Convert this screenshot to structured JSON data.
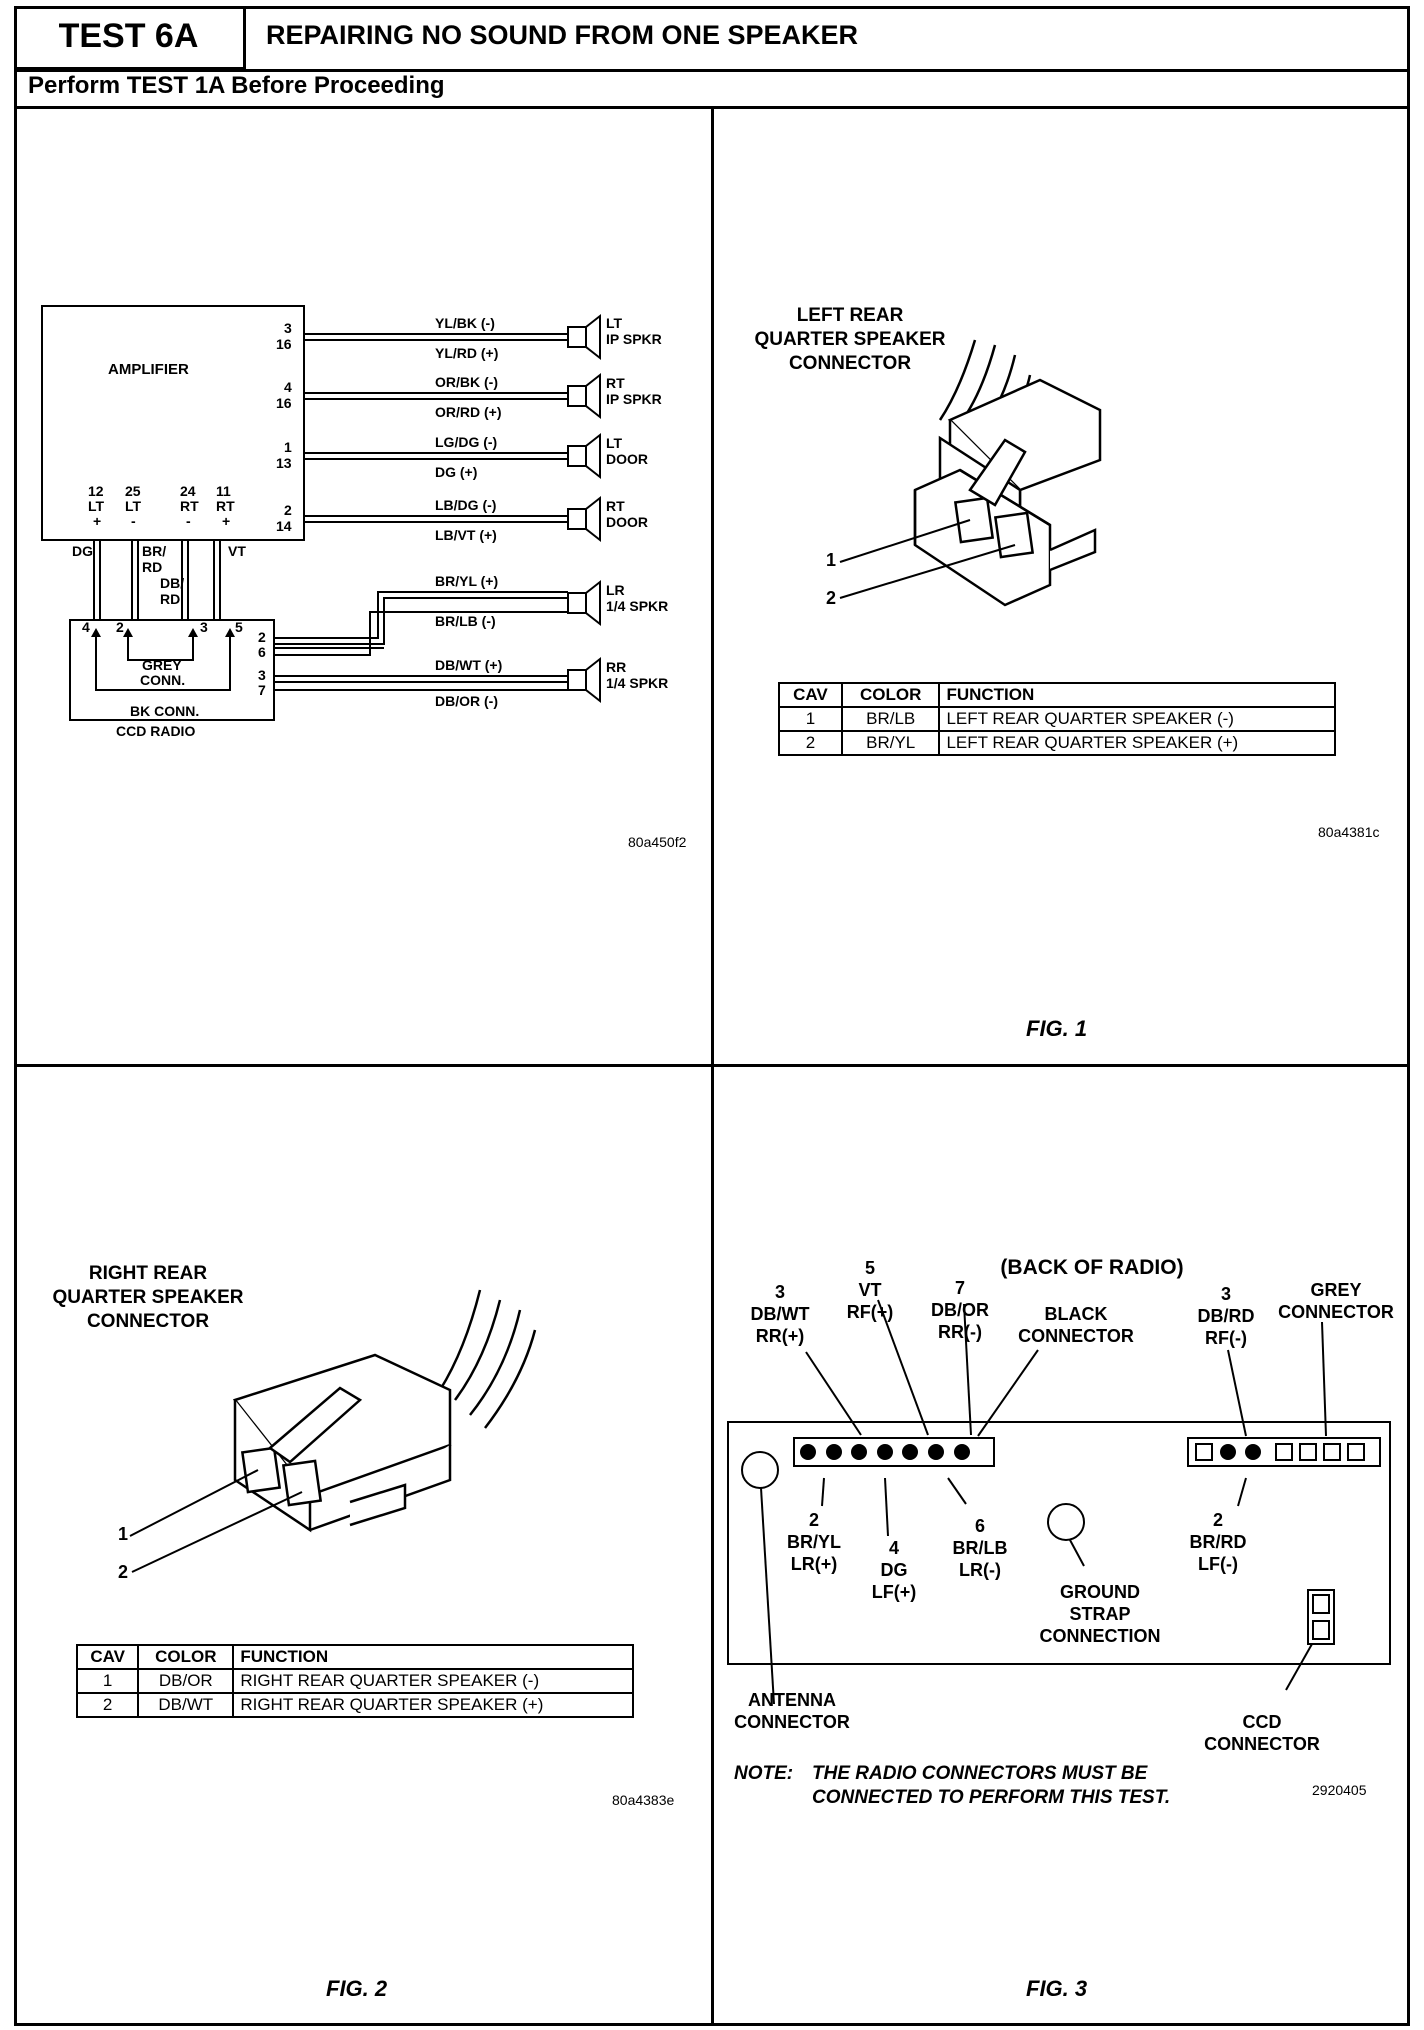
{
  "header": {
    "test_id": "TEST 6A",
    "title": "REPAIRING NO SOUND FROM ONE SPEAKER",
    "prerequisite": "Perform TEST 1A Before Proceeding"
  },
  "wiring_diagram": {
    "amplifier_label": "AMPLIFIER",
    "outputs": [
      {
        "pins": [
          "3",
          "16"
        ],
        "wires": [
          "YL/BK (-)",
          "YL/RD (+)"
        ],
        "speaker": [
          "LT",
          "IP SPKR"
        ]
      },
      {
        "pins": [
          "4",
          "16"
        ],
        "wires": [
          "OR/BK (-)",
          "OR/RD (+)"
        ],
        "speaker": [
          "RT",
          "IP SPKR"
        ]
      },
      {
        "pins": [
          "1",
          "13"
        ],
        "wires": [
          "LG/DG (-)",
          "DG (+)"
        ],
        "speaker": [
          "LT",
          "DOOR"
        ]
      },
      {
        "pins": [
          "2",
          "14"
        ],
        "wires": [
          "LB/DG (-)",
          "LB/VT (+)"
        ],
        "speaker": [
          "RT",
          "DOOR"
        ]
      }
    ],
    "inputs": [
      {
        "pin": "12",
        "side": "LT",
        "sign": "+"
      },
      {
        "pin": "25",
        "side": "LT",
        "sign": "-"
      },
      {
        "pin": "24",
        "side": "RT",
        "sign": "-"
      },
      {
        "pin": "11",
        "side": "RT",
        "sign": "+"
      }
    ],
    "input_wires": [
      "DG",
      "BR/",
      "RD",
      "DB/",
      "RD",
      "VT"
    ],
    "radio_pins": [
      "4",
      "2",
      "3",
      "5"
    ],
    "radio_out_pins": [
      "2",
      "6",
      "3",
      "7"
    ],
    "rear_outputs": [
      {
        "wires": [
          "BR/YL (+)",
          "BR/LB (-)"
        ],
        "speaker": [
          "LR",
          "1/4 SPKR"
        ]
      },
      {
        "wires": [
          "DB/WT (+)",
          "DB/OR (-)"
        ],
        "speaker": [
          "RR",
          "1/4 SPKR"
        ]
      }
    ],
    "grey_conn": [
      "GREY",
      "CONN."
    ],
    "bk_conn": "BK CONN.",
    "ccd_radio": "CCD RADIO",
    "code": "80a450f2"
  },
  "fig1": {
    "title": [
      "LEFT REAR",
      "QUARTER SPEAKER",
      "CONNECTOR"
    ],
    "cavity_labels": [
      "1",
      "2"
    ],
    "table": {
      "headers": [
        "CAV",
        "COLOR",
        "FUNCTION"
      ],
      "rows": [
        [
          "1",
          "BR/LB",
          "LEFT REAR QUARTER SPEAKER (-)"
        ],
        [
          "2",
          "BR/YL",
          "LEFT REAR QUARTER SPEAKER (+)"
        ]
      ]
    },
    "code": "80a4381c",
    "caption": "FIG. 1"
  },
  "fig2": {
    "title": [
      "RIGHT REAR",
      "QUARTER SPEAKER",
      "CONNECTOR"
    ],
    "cavity_labels": [
      "1",
      "2"
    ],
    "table": {
      "headers": [
        "CAV",
        "COLOR",
        "FUNCTION"
      ],
      "rows": [
        [
          "1",
          "DB/OR",
          "RIGHT REAR QUARTER SPEAKER (-)"
        ],
        [
          "2",
          "DB/WT",
          "RIGHT REAR QUARTER SPEAKER (+)"
        ]
      ]
    },
    "code": "80a4383e",
    "caption": "FIG. 2"
  },
  "fig3": {
    "title": "(BACK OF RADIO)",
    "top_labels": [
      [
        "3",
        "DB/WT",
        "RR(+)"
      ],
      [
        "5",
        "VT",
        "RF(+)"
      ],
      [
        "7",
        "DB/OR",
        "RR(-)"
      ],
      [
        "BLACK",
        "CONNECTOR"
      ],
      [
        "3",
        "DB/RD",
        "RF(-)"
      ],
      [
        "GREY",
        "CONNECTOR"
      ]
    ],
    "bottom_labels": [
      [
        "2",
        "BR/YL",
        "LR(+)"
      ],
      [
        "4",
        "DG",
        "LF(+)"
      ],
      [
        "6",
        "BR/LB",
        "LR(-)"
      ],
      [
        "GROUND",
        "STRAP",
        "CONNECTION"
      ],
      [
        "2",
        "BR/RD",
        "LF(-)"
      ],
      [
        "ANTENNA",
        "CONNECTOR"
      ],
      [
        "CCD",
        "CONNECTOR"
      ]
    ],
    "note_label": "NOTE:",
    "note": [
      "THE RADIO CONNECTORS MUST BE",
      "CONNECTED TO PERFORM THIS TEST."
    ],
    "code": "2920405",
    "caption": "FIG. 3"
  }
}
